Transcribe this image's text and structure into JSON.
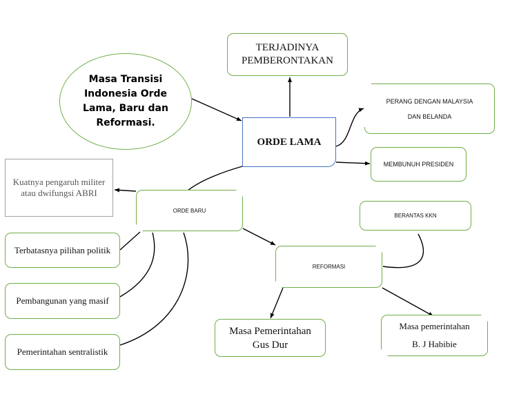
{
  "title_ellipse": {
    "lines": [
      "Masa Transisi",
      "Indonesia Orde",
      "Lama, Baru dan",
      "Reformasi."
    ]
  },
  "center": "ORDE LAMA",
  "orde_lama_branches": {
    "pemberontakan": [
      "TERJADINYA",
      "PEMBERONTAKAN"
    ],
    "perang": [
      "PERANG DENGAN MALAYSIA",
      "DAN BELANDA"
    ],
    "membunuh": "MEMBUNUH PRESIDEN"
  },
  "orde_baru": {
    "label": "ORDE BARU",
    "kuatnya": [
      "Kuatnya pengaruh militer",
      "atau dwifungsi ABRI"
    ],
    "terbatas": "Terbatasnya pilihan politik",
    "pembangunan": "Pembangunan yang masif",
    "sentral": "Pemerintahan sentralistik"
  },
  "reformasi": {
    "label": "REFORMASI",
    "berantas": "BERANTAS KKN",
    "gusdur": [
      "Masa Pemerintahan",
      "Gus Dur"
    ],
    "habibie": [
      "Masa pemerintahan",
      "B. J Habibie"
    ]
  },
  "colors": {
    "node_border": "#70ad47",
    "center_border": "#4472c4",
    "edge": "#000000"
  }
}
